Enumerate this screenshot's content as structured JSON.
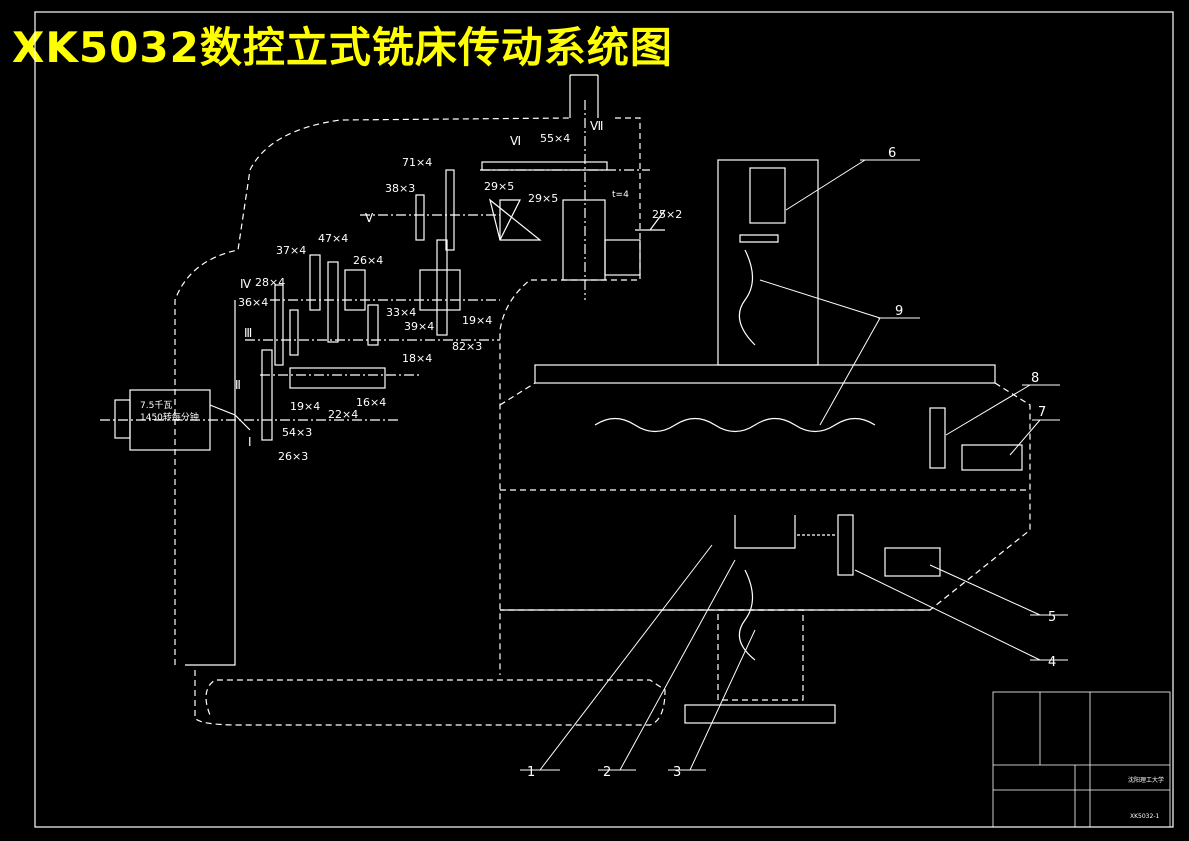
{
  "title": "XK5032数控立式铣床传动系统图",
  "colors": {
    "background": "#000000",
    "line": "#ffffff",
    "title": "#ffff00"
  },
  "motor": {
    "line1": "7.5千瓦",
    "line2": "1450转每分钟"
  },
  "shafts": [
    "Ⅰ",
    "Ⅱ",
    "Ⅲ",
    "Ⅳ",
    "Ⅴ",
    "Ⅵ",
    "Ⅶ"
  ],
  "gears": {
    "g71x4": "71×4",
    "g55x4": "55×4",
    "g38x3": "38×3",
    "g29x5a": "29×5",
    "g29x5b": "29×5",
    "g25x2": "25×2",
    "g47x4": "47×4",
    "g37x4": "37×4",
    "g26x4": "26×4",
    "g28x4": "28×4",
    "g36x4": "36×4",
    "g33x4": "33×4",
    "g39x4": "39×4",
    "g19x4a": "19×4",
    "g82x3": "82×3",
    "g18x4": "18×4",
    "g19x4b": "19×4",
    "g22x4": "22×4",
    "g16x4": "16×4",
    "g54x3": "54×3",
    "g26x3": "26×3",
    "t4": "t=4"
  },
  "callouts": [
    "1",
    "2",
    "3",
    "4",
    "5",
    "6",
    "7",
    "8",
    "9"
  ],
  "title_block": {
    "school": "沈阳理工大学",
    "drawing_no": "XK5032-1"
  }
}
